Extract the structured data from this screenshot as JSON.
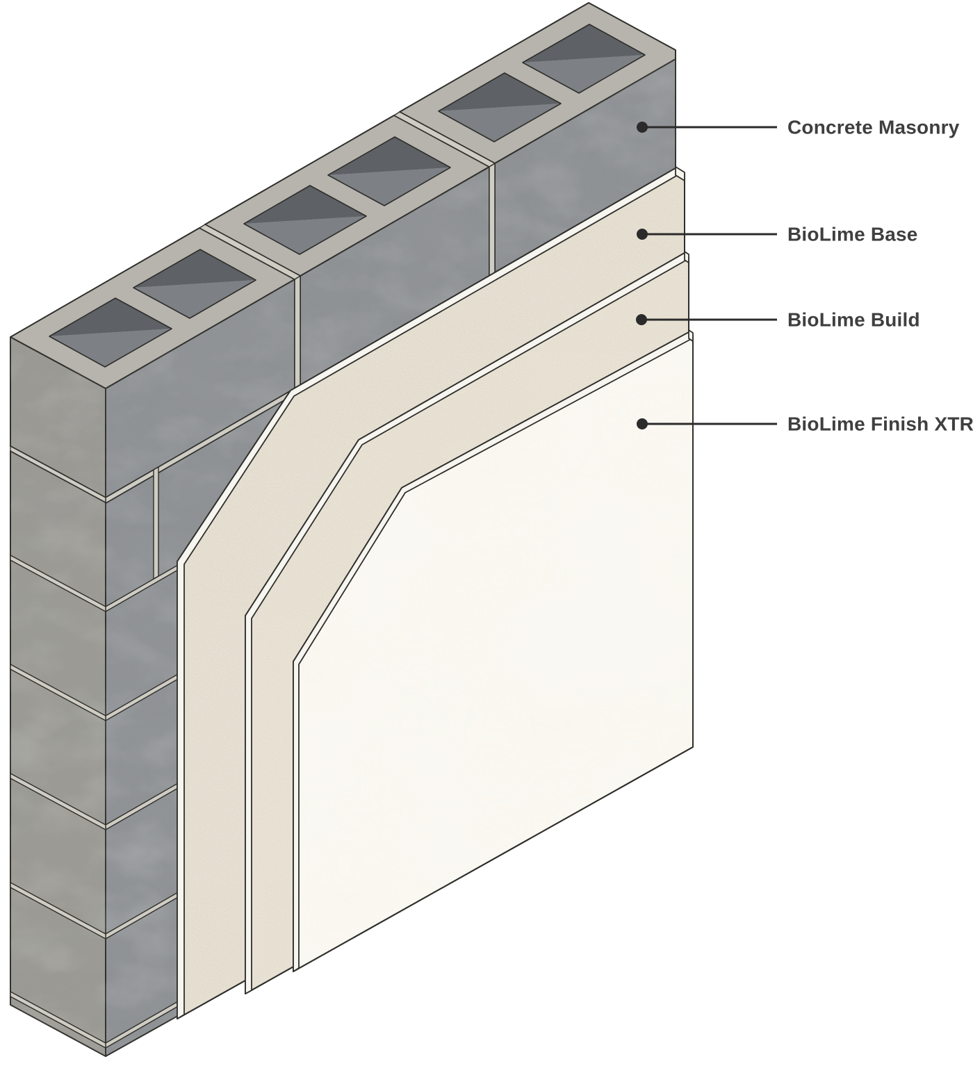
{
  "diagram": {
    "labels": [
      {
        "text": "Concrete Masonry"
      },
      {
        "text": "BioLime Base"
      },
      {
        "text": "BioLime Build"
      },
      {
        "text": "BioLime Finish XTR"
      }
    ],
    "colors": {
      "background": "#ffffff",
      "cmu_front": "#8f9295",
      "cmu_end": "#9b9a94",
      "cmu_top": "#b7b4ad",
      "core_dark": "#5e6166",
      "core_light": "#7d8085",
      "mortar": "#cfccc3",
      "base_coat": "#e7e0d1",
      "build_coat": "#e9e2d3",
      "finish": "#faf8f2",
      "edge_white": "#f7f5ef",
      "outline": "#2e2e2b",
      "leader": "#2b2b2b",
      "label_text": "#3f3f3f"
    }
  }
}
